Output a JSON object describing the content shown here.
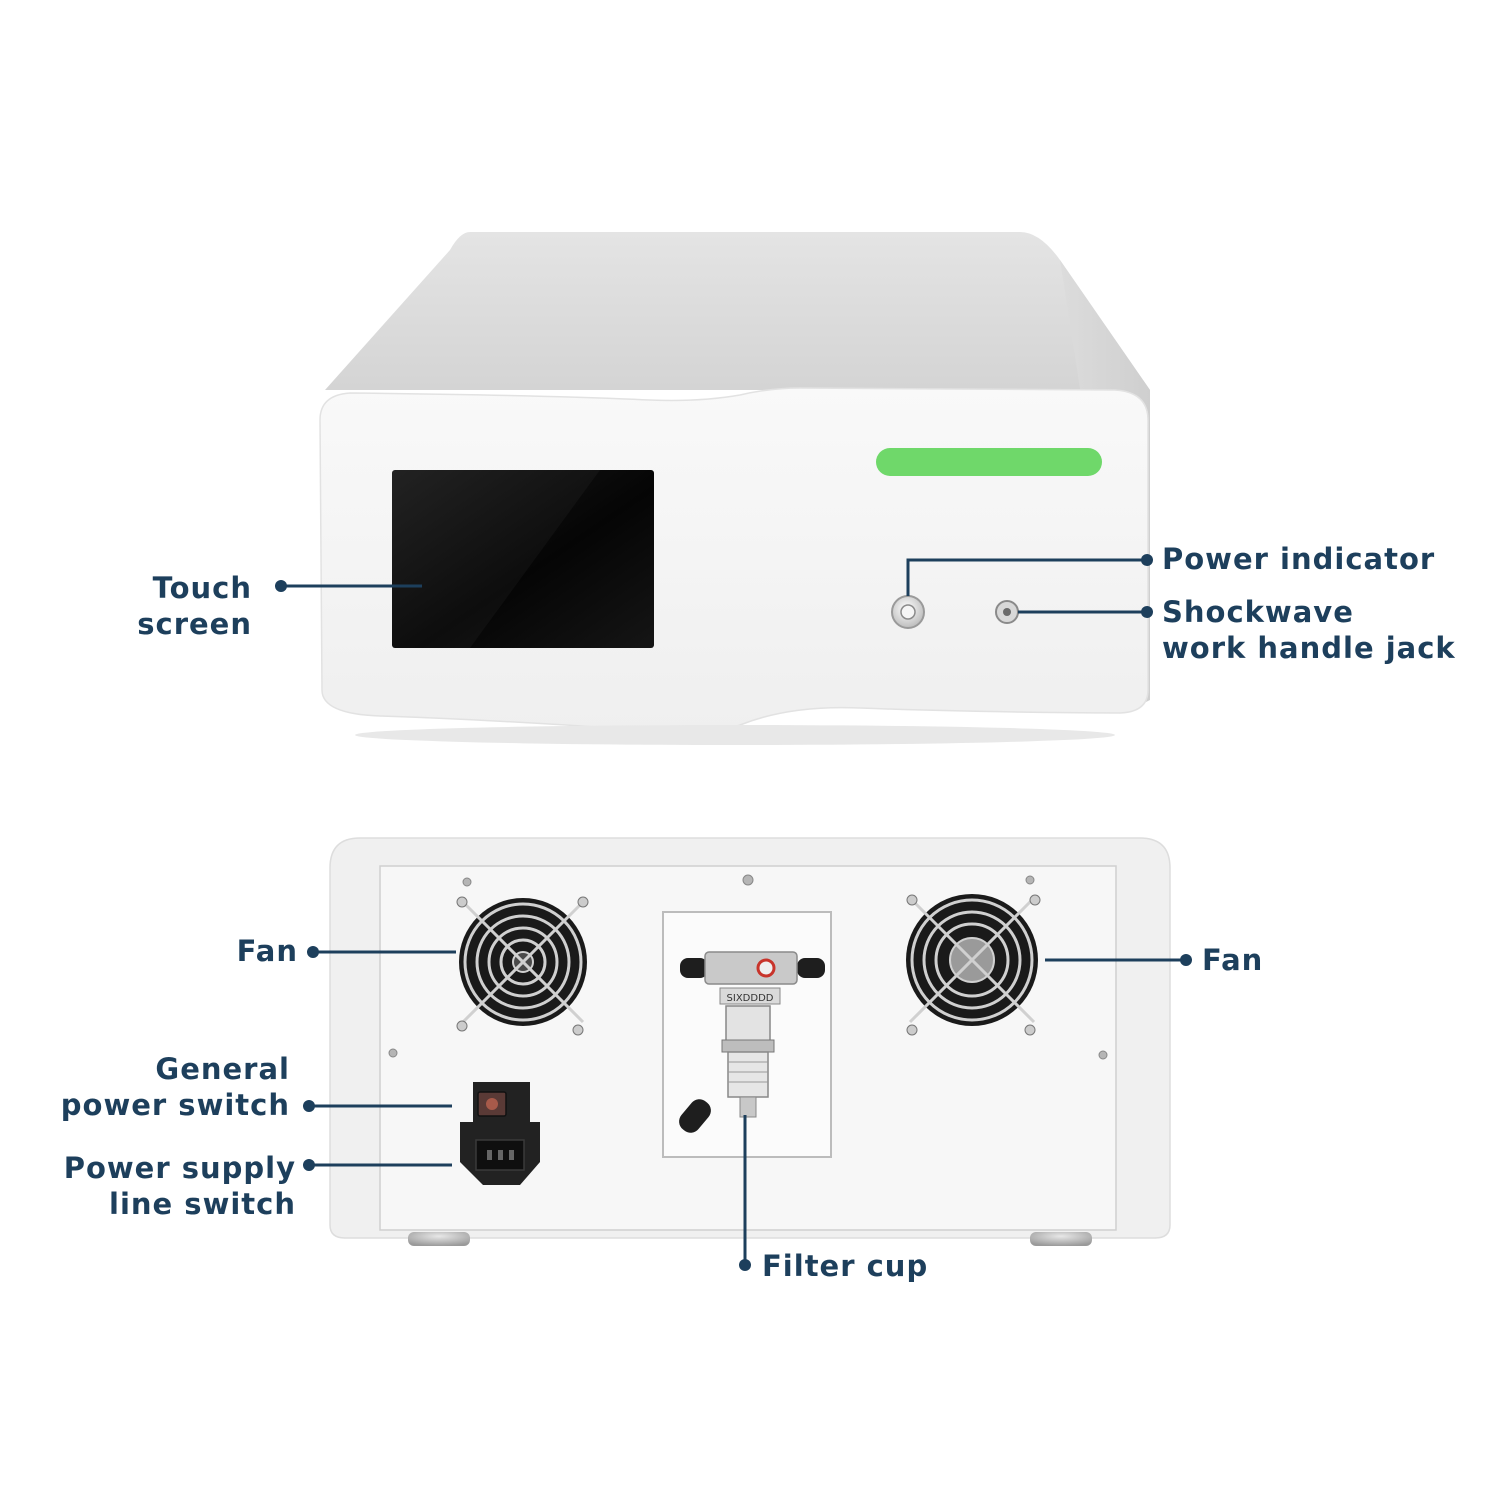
{
  "labels": {
    "touch_screen": [
      "Touch",
      "screen"
    ],
    "power_indicator": [
      "Power indicator"
    ],
    "shockwave_jack": [
      "Shockwave",
      "work handle jack"
    ],
    "fan_left": [
      "Fan"
    ],
    "fan_right": [
      "Fan"
    ],
    "general_power_switch": [
      "General",
      "power switch"
    ],
    "power_supply_line_switch": [
      "Power supply",
      "line switch"
    ],
    "filter_cup": [
      "Filter cup"
    ]
  },
  "filter_brand_text": "SIXDDDD",
  "colors": {
    "label_text": "#1d3f5c",
    "callout_line": "#1d3f5c",
    "indicator_bar": "#6fd86a",
    "device_body": "#f1f1f1",
    "screen": "#0a0a0a"
  }
}
